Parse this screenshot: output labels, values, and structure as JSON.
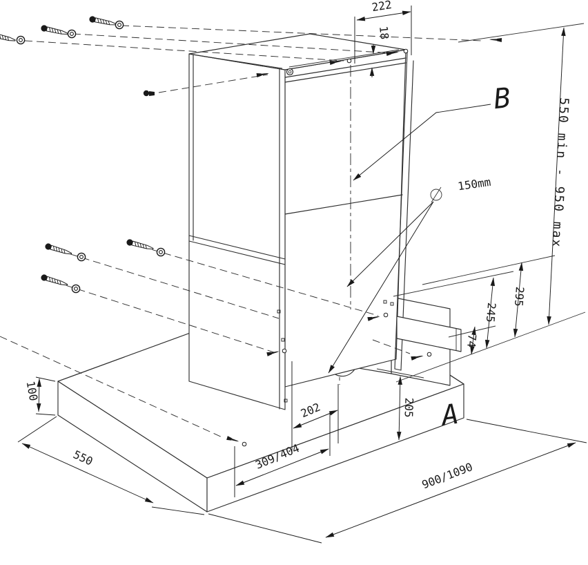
{
  "colors": {
    "background": "#ffffff",
    "line": "#2e2e2e",
    "text": "#1a1a1a"
  },
  "labels": {
    "section_a": "A",
    "section_b": "B",
    "duct_diameter_symbol": "⌀",
    "duct_diameter": "150mm"
  },
  "dimensions": {
    "chimney_top_width": "222",
    "top_bracket_height": "18",
    "telescopic_height_range": "550 min - 950 max",
    "wall_height_295": "295",
    "wall_height_245": "245",
    "bracket_offset_74": "74",
    "body_height_205": "205",
    "outlet_offset_202": "202",
    "duct_depth_309_404": "309/404",
    "hood_width_900_1090": "900/1090",
    "canopy_depth_550": "550",
    "canopy_height_100": "100"
  },
  "icons": {
    "screw": "screw-icon",
    "washer": "washer-icon",
    "mounting_hole": "mounting-hole-icon",
    "diameter_symbol": "diameter-symbol-icon"
  }
}
